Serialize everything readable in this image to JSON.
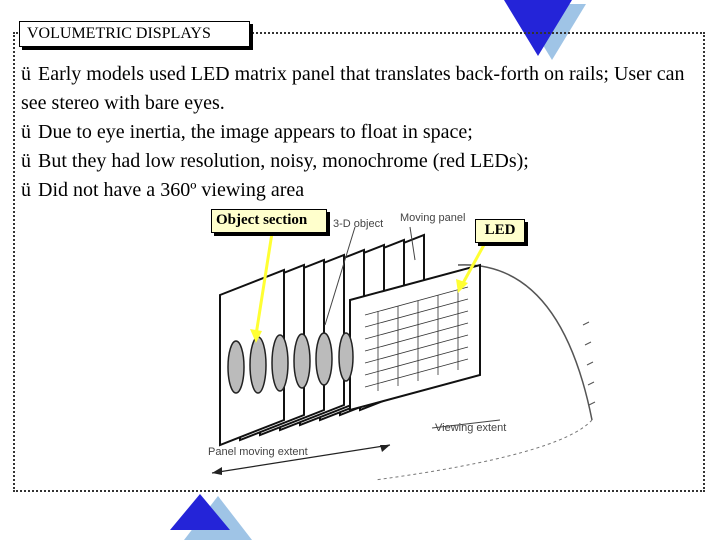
{
  "title": "VOLUMETRIC DISPLAYS",
  "bullets": [
    "Early models used LED matrix panel that translates back-forth on rails; User can see stereo with bare eyes.",
    "Due to eye inertia, the image appears to float in space;",
    "But they had low resolution, noisy, monochrome (red LEDs);",
    "Did not have a 360º viewing area"
  ],
  "bullet_mark": "ü",
  "figure": {
    "labels": {
      "object_3d": "3-D object",
      "moving_panel": "Moving panel",
      "viewing_extent": "Viewing extent",
      "panel_moving_extent": "Panel moving extent"
    },
    "callouts": {
      "object_section": "Object section",
      "led": "LED"
    }
  },
  "colors": {
    "triangle": "#2424d8",
    "triangle_shadow": "#9fc4e6",
    "callout_fill": "#ffffcc",
    "callout_arrow": "#ffff33"
  }
}
